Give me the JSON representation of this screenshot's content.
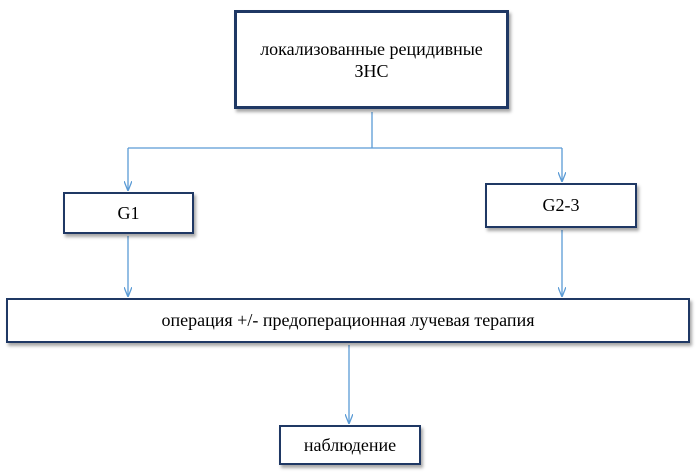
{
  "diagram": {
    "nodes": {
      "root": "локализованные рецидивные\nЗНС",
      "g1": "G1",
      "g23": "G2-3",
      "operation": "операция +/- предоперационная лучевая терапия",
      "observation": "наблюдение"
    },
    "edges": [
      {
        "from": "root",
        "to": "g1"
      },
      {
        "from": "root",
        "to": "g23"
      },
      {
        "from": "g1",
        "to": "operation"
      },
      {
        "from": "g23",
        "to": "operation"
      },
      {
        "from": "operation",
        "to": "observation"
      }
    ],
    "colors": {
      "box_border": "#1f3864",
      "connector": "#5b9bd5",
      "text": "#000000",
      "background": "#ffffff"
    }
  }
}
